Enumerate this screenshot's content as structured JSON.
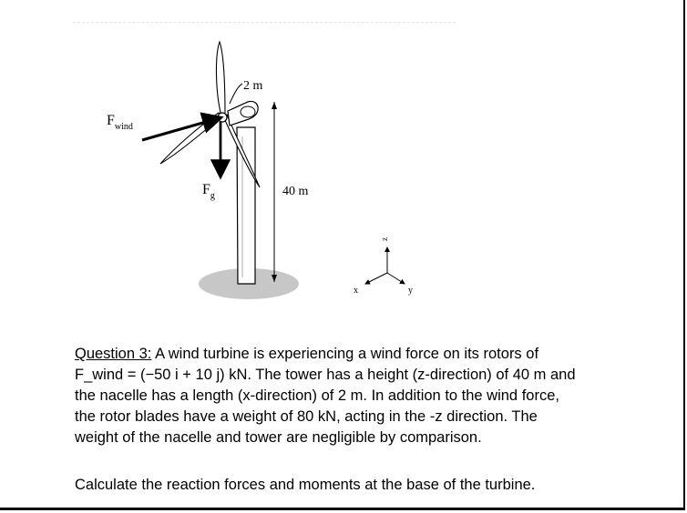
{
  "figure": {
    "force_wind_label": "F",
    "force_wind_sub": "wind",
    "force_gravity_label": "F",
    "force_gravity_sub": "g",
    "nacelle_length_label": "2 m",
    "tower_height_label": "40 m",
    "axis_z": "z",
    "axis_x": "x",
    "axis_y": "y"
  },
  "question": {
    "label": "Question 3:",
    "lines": [
      " A wind turbine is experiencing a wind force on its rotors of",
      "F_wind = (−50 i + 10 j) kN. The tower has a height (z-direction) of 40 m and",
      "the nacelle has a length (x-direction) of 2 m.  In addition to the wind force,",
      "the rotor blades have a weight of 80 kN, acting in the -z direction. The",
      "weight of the nacelle and tower are negligible by comparison."
    ],
    "task": "Calculate the reaction forces and moments at the base of the turbine."
  }
}
